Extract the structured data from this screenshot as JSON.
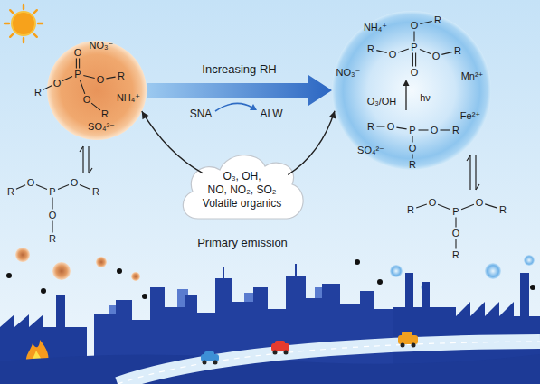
{
  "diagram": {
    "nodes": [
      {
        "text": [
          "NO₃⁻",
          "NH₄⁺",
          "SO₄²⁻"
        ]
      },
      {
        "text": [
          "NH₄⁺",
          "NO₃⁻",
          "Mn²⁺",
          "O₃/OH",
          "hν",
          "SO₄²⁻",
          "Fe²⁺"
        ]
      },
      {
        "text": [
          "O₃, OH,",
          "NO, NO₂, SO₂",
          "Volatile organics"
        ]
      }
    ],
    "edges": [
      {
        "from": 0,
        "to": 1,
        "arrow": "to",
        "label": "Increasing RH"
      },
      {
        "from": 2,
        "to": 0,
        "arrow": "to"
      },
      {
        "from": 2,
        "to": 1,
        "arrow": "to"
      }
    ],
    "labels": [
      "SNA",
      "ALW",
      "Primary emission",
      "O",
      "P",
      "O",
      "R",
      "O",
      "R",
      "O",
      "R",
      "R",
      "O",
      "P",
      "O",
      "R",
      "O",
      "R",
      "O",
      "R",
      "P",
      "O",
      "R",
      "O",
      "R",
      "O",
      "R",
      "O",
      "P",
      "O",
      "R",
      "O",
      "R",
      "R",
      "O",
      "P",
      "O",
      "R",
      "O",
      "R"
    ]
  }
}
